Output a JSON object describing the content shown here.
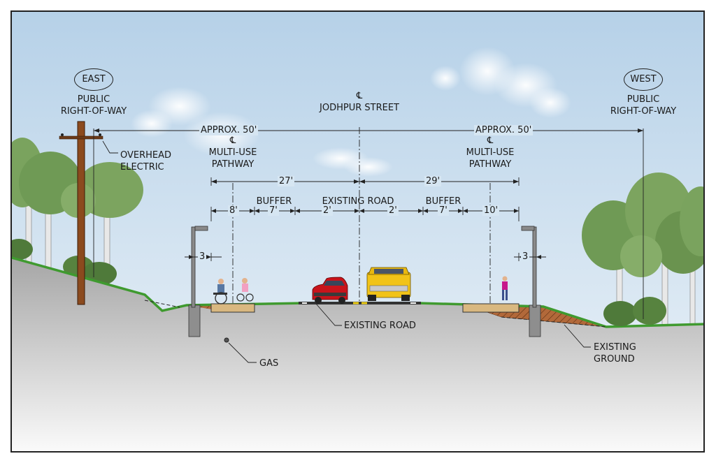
{
  "east": {
    "dir": "EAST",
    "l1": "PUBLIC",
    "l2": "RIGHT-OF-WAY"
  },
  "west": {
    "dir": "WEST",
    "l1": "PUBLIC",
    "l2": "RIGHT-OF-WAY"
  },
  "center": {
    "symbol": "℄",
    "name": "JODHPUR STREET"
  },
  "approx_left": "APPROX. 50'",
  "approx_right": "APPROX. 50'",
  "overhead": {
    "l1": "OVERHEAD",
    "l2": "ELECTRIC"
  },
  "mup_left": {
    "symbol": "℄",
    "l1": "MULTI-USE",
    "l2": "PATHWAY"
  },
  "mup_right": {
    "symbol": "℄",
    "l1": "MULTI-USE",
    "l2": "PATHWAY"
  },
  "dim27": "27'",
  "dim29": "29'",
  "seg": {
    "a": "8'",
    "b": "7'",
    "c": "2'",
    "d": "2'",
    "e": "7'",
    "f": "10'"
  },
  "buffer_left": "BUFFER",
  "buffer_right": "BUFFER",
  "existing_road_top": "EXISTING ROAD",
  "light_left": "3",
  "light_right": "3",
  "existing_road_bottom": "EXISTING ROAD",
  "gas": "GAS",
  "ground": {
    "l1": "EXISTING",
    "l2": "GROUND"
  },
  "colors": {
    "sky_top": "#b6d1e8",
    "sky_bottom": "#eef4f9",
    "ground_top": "#a6a6a6",
    "ground_bottom": "#fbfbfb",
    "grass": "#3f9a2f",
    "soil": "#a8612e",
    "car": "#c8141b",
    "truck": "#f1c318"
  }
}
